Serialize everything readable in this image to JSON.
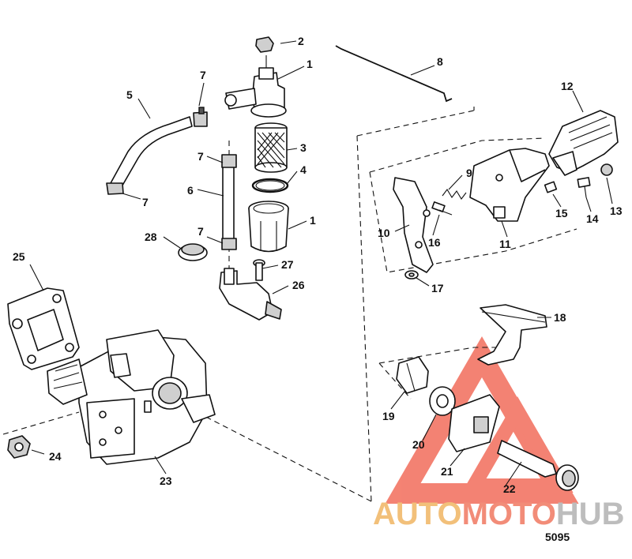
{
  "callouts": [
    {
      "id": "c1a",
      "label": "1"
    },
    {
      "id": "c2",
      "label": "2"
    },
    {
      "id": "c3",
      "label": "3"
    },
    {
      "id": "c4",
      "label": "4"
    },
    {
      "id": "c1b",
      "label": "1"
    },
    {
      "id": "c5",
      "label": "5"
    },
    {
      "id": "c6",
      "label": "6"
    },
    {
      "id": "c7a",
      "label": "7"
    },
    {
      "id": "c7b",
      "label": "7"
    },
    {
      "id": "c7c",
      "label": "7"
    },
    {
      "id": "c7d",
      "label": "7"
    },
    {
      "id": "c8",
      "label": "8"
    },
    {
      "id": "c9",
      "label": "9"
    },
    {
      "id": "c10",
      "label": "10"
    },
    {
      "id": "c11",
      "label": "11"
    },
    {
      "id": "c12",
      "label": "12"
    },
    {
      "id": "c13",
      "label": "13"
    },
    {
      "id": "c14",
      "label": "14"
    },
    {
      "id": "c15",
      "label": "15"
    },
    {
      "id": "c16",
      "label": "16"
    },
    {
      "id": "c17",
      "label": "17"
    },
    {
      "id": "c18",
      "label": "18"
    },
    {
      "id": "c19",
      "label": "19"
    },
    {
      "id": "c20",
      "label": "20"
    },
    {
      "id": "c21",
      "label": "21"
    },
    {
      "id": "c22",
      "label": "22"
    },
    {
      "id": "c23",
      "label": "23"
    },
    {
      "id": "c24",
      "label": "24"
    },
    {
      "id": "c25",
      "label": "25"
    },
    {
      "id": "c26",
      "label": "26"
    },
    {
      "id": "c27",
      "label": "27"
    },
    {
      "id": "c28",
      "label": "28"
    }
  ],
  "figure_number": "5095",
  "watermark": {
    "part1": "AUTO",
    "part2": "MOTO",
    "part3": "HUB",
    "colors": {
      "auto": "#f2c07a",
      "moto": "#f28c78",
      "hub": "#bdbdbd",
      "triangle": "#f26d5b"
    }
  }
}
